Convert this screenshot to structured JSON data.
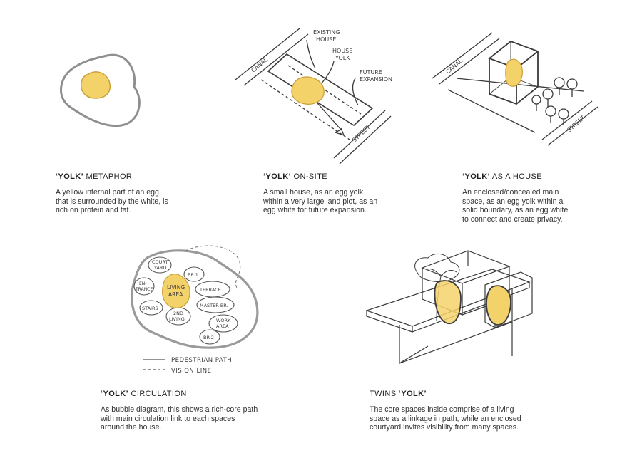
{
  "colors": {
    "yolk": "#f4d26a",
    "yolk_stroke": "#c9a03a",
    "egg_white_stroke": "#8f8f8f",
    "ink": "#3a3a3a",
    "text": "#2a2a2a"
  },
  "sections": [
    {
      "title_bold": "‘YOLK’",
      "title_rest": " METAPHOR",
      "body": "A yellow internal part of an egg,\nthat is surrounded by the white, is\nrich on protein and fat."
    },
    {
      "title_bold": "‘YOLK’",
      "title_rest": " ON-SITE",
      "body": "A small house, as an egg yolk\nwithin a very large land plot, as an\negg white for future expansion."
    },
    {
      "title_bold": "‘YOLK’",
      "title_rest": " AS A HOUSE",
      "body": "An enclosed/concealed main\nspace, as an egg yolk within a\nsolid boundary, as an egg white\nto connect and create privacy."
    },
    {
      "title_bold": "‘YOLK’",
      "title_rest": " CIRCULATION",
      "body": "As bubble diagram, this shows a rich-core path\nwith main circulation link to each spaces\naround the house."
    },
    {
      "title_pre": "TWINS ",
      "title_bold": "‘YOLK’",
      "body": "The core spaces inside comprise of a living\nspace as a linkage in path, while an enclosed\ncourtyard invites visibility from many spaces."
    }
  ],
  "onsite_labels": {
    "canal": "CANAL",
    "street": "STREET",
    "existing_house": [
      "EXISTING",
      "HOUSE"
    ],
    "house_yolk": [
      "HOUSE",
      "YOLK"
    ],
    "future_expansion": [
      "FUTURE",
      "EXPANSION"
    ]
  },
  "house_labels": {
    "canal": "CANAL",
    "street": "STREET"
  },
  "bubble_labels": {
    "court_yard": [
      "COURT",
      "YARD"
    ],
    "living_area": [
      "LIVING",
      "AREA"
    ],
    "br1": "BR.1",
    "entrance": [
      "EN-",
      "TRANCE"
    ],
    "terrace": "TERRACE",
    "stairs": "STAIRS",
    "master_br": "MASTER BR.",
    "second_living": [
      "2ND",
      "LIVING"
    ],
    "work_area": [
      "WORK",
      "AREA"
    ],
    "br2": "BR.2"
  },
  "legend": {
    "pedestrian_path": "PEDESTRIAN PATH",
    "vision_line": "VISION LINE"
  }
}
